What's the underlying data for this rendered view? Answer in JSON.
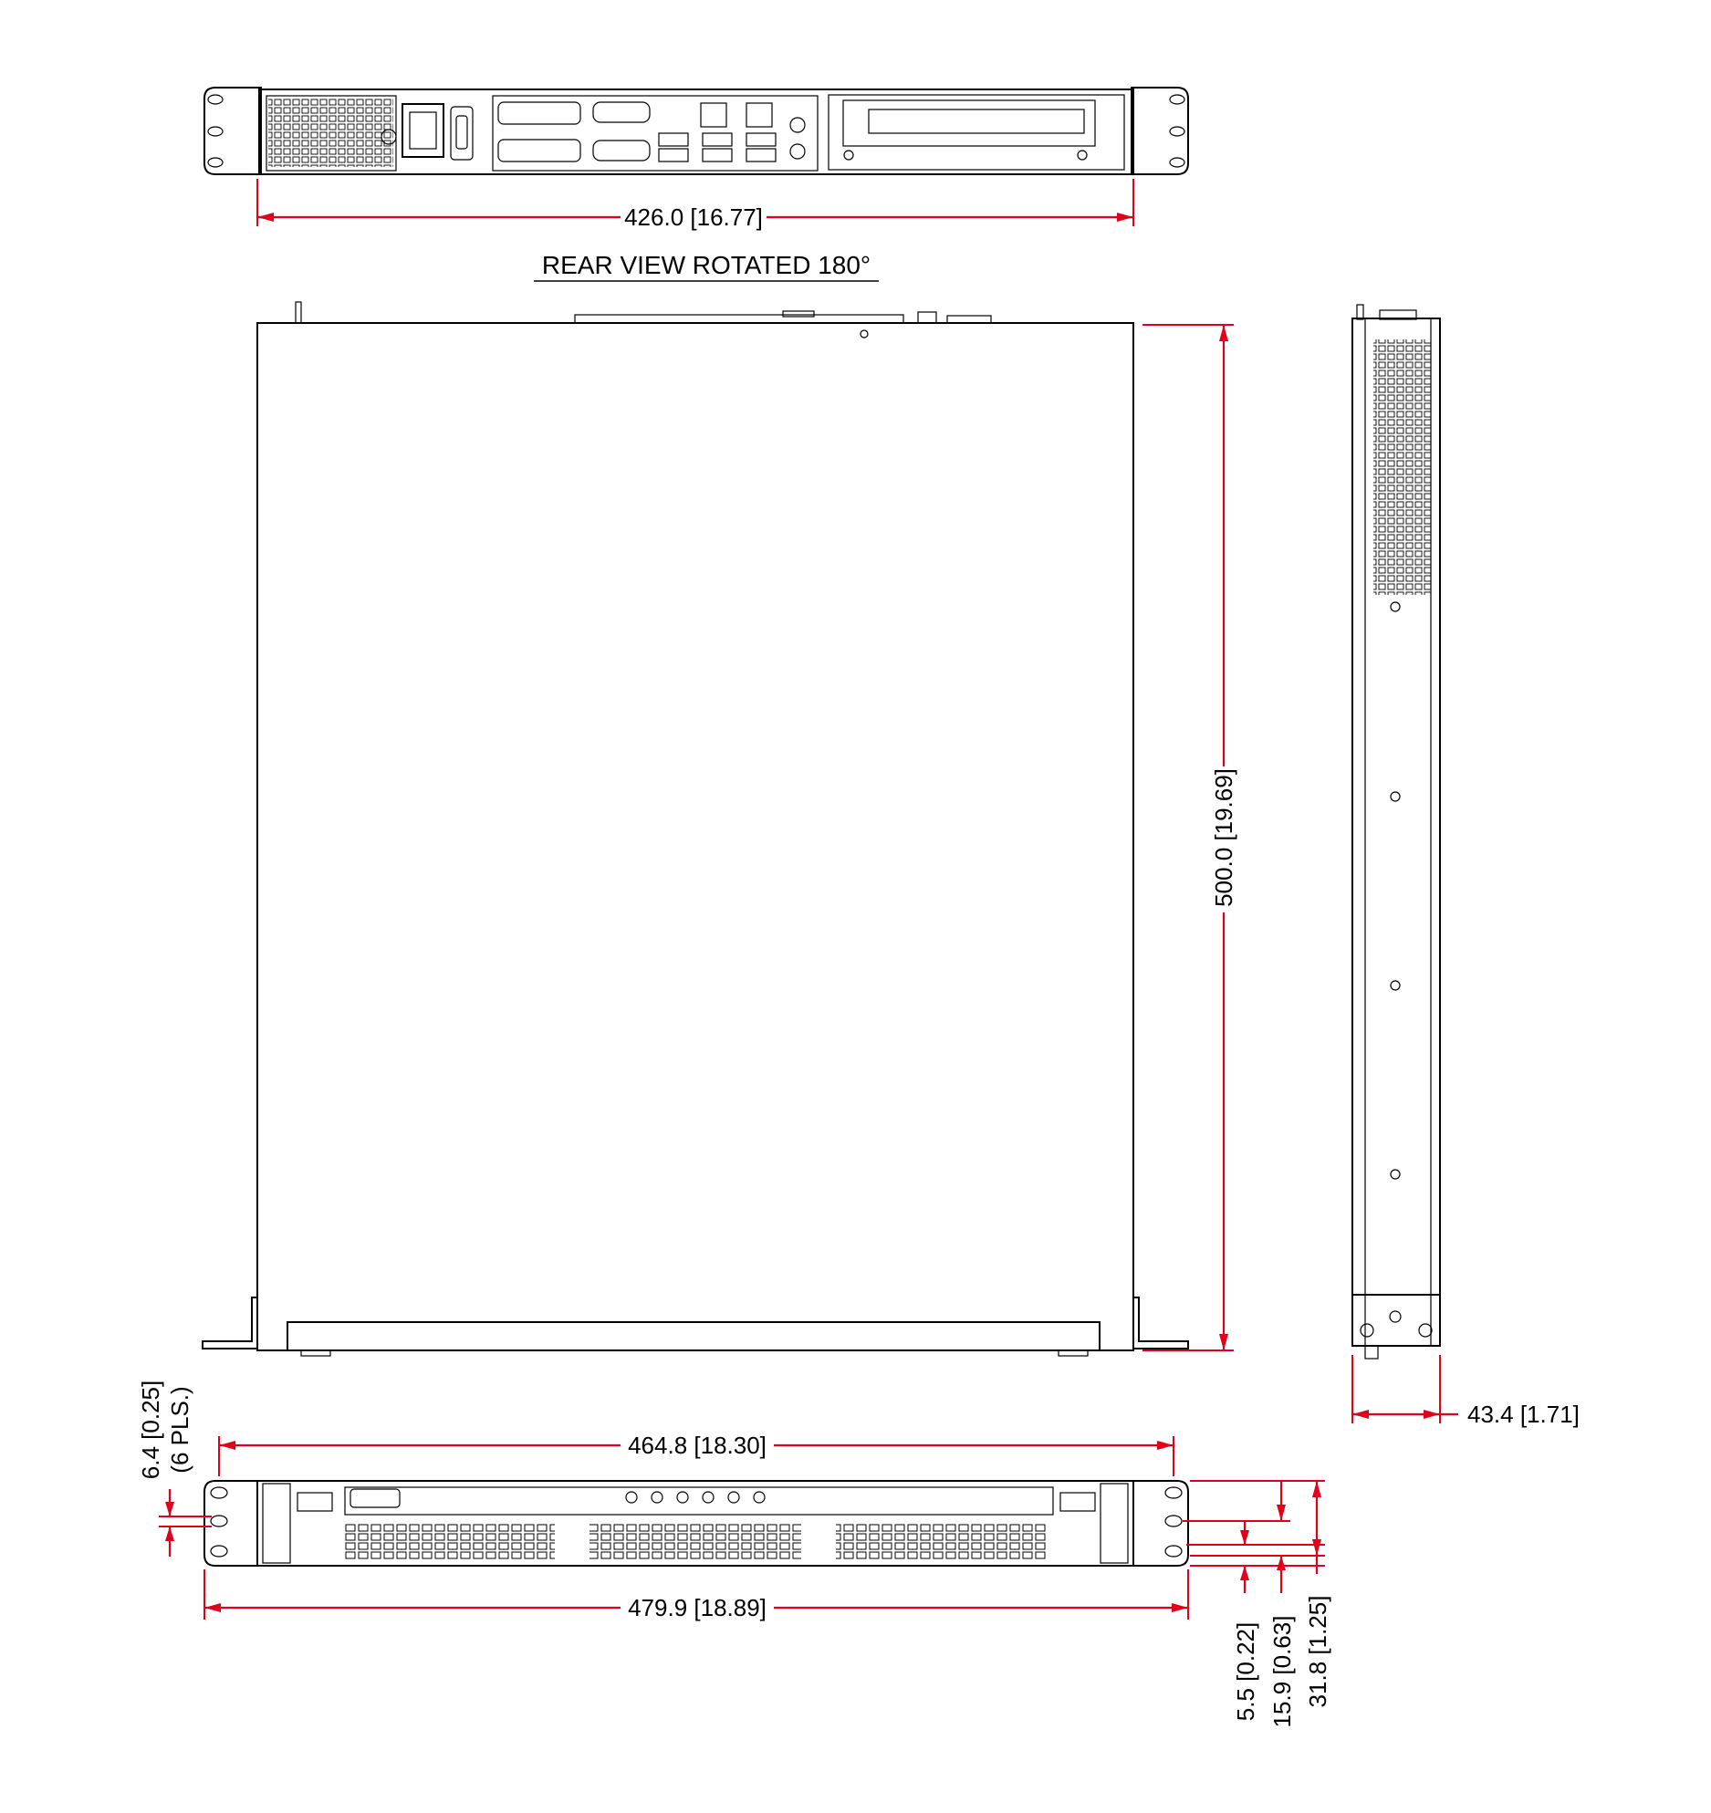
{
  "view_titles": {
    "rear_view": "REAR VIEW ROTATED 180°"
  },
  "dimensions": {
    "rear_width": "426.0 [16.77]",
    "depth": "500.0 [19.69]",
    "side_height": "43.4 [1.71]",
    "front_hole_spacing": "464.8 [18.30]",
    "front_overall_width": "479.9 [18.89]",
    "hole_diameter": "6.4 [0.25]",
    "hole_count": "(6 PLS.)",
    "hole_offset_1": "5.5 [0.22]",
    "hole_offset_2": "15.9 [0.63]",
    "hole_offset_3": "31.8 [1.25]"
  },
  "colors": {
    "dimension_lines": "#e3001b",
    "outlines": "#000000"
  }
}
